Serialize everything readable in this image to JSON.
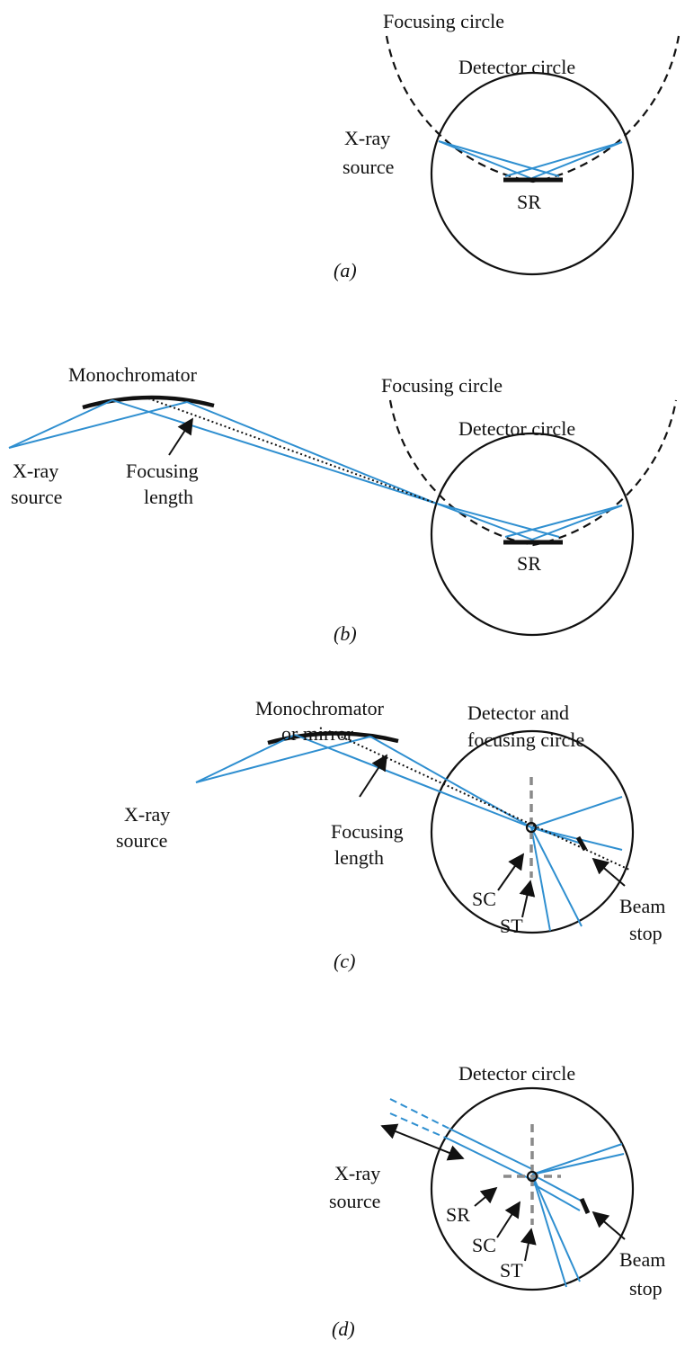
{
  "panel_a": {
    "focusing_circle": "Focusing circle",
    "detector_circle": "Detector circle",
    "xray_source_1": "X-ray",
    "xray_source_2": "source",
    "sample": "SR",
    "caption": "(a)"
  },
  "panel_b": {
    "monochromator": "Monochromator",
    "focusing_circle": "Focusing circle",
    "detector_circle": "Detector circle",
    "xray_source_1": "X-ray",
    "xray_source_2": "source",
    "focusing_length_1": "Focusing",
    "focusing_length_2": "length",
    "sample": "SR",
    "caption": "(b)"
  },
  "panel_c": {
    "detector_focusing_1": "Detector and",
    "detector_focusing_2": "focusing circle",
    "monochromator_1": "Monochromator",
    "monochromator_2": "or mirror",
    "xray_source_1": "X-ray",
    "xray_source_2": "source",
    "focusing_length_1": "Focusing",
    "focusing_length_2": "length",
    "sc": "SC",
    "st": "ST",
    "beam_stop_1": "Beam",
    "beam_stop_2": "stop",
    "caption": "(c)"
  },
  "panel_d": {
    "detector_circle": "Detector circle",
    "xray_source_1": "X-ray",
    "xray_source_2": "source",
    "sr": "SR",
    "sc": "SC",
    "st": "ST",
    "beam_stop_1": "Beam",
    "beam_stop_2": "stop",
    "caption": "(d)"
  },
  "colors": {
    "beam": "#2f8fd0",
    "line": "#111111",
    "axis": "#8a8a8a"
  }
}
